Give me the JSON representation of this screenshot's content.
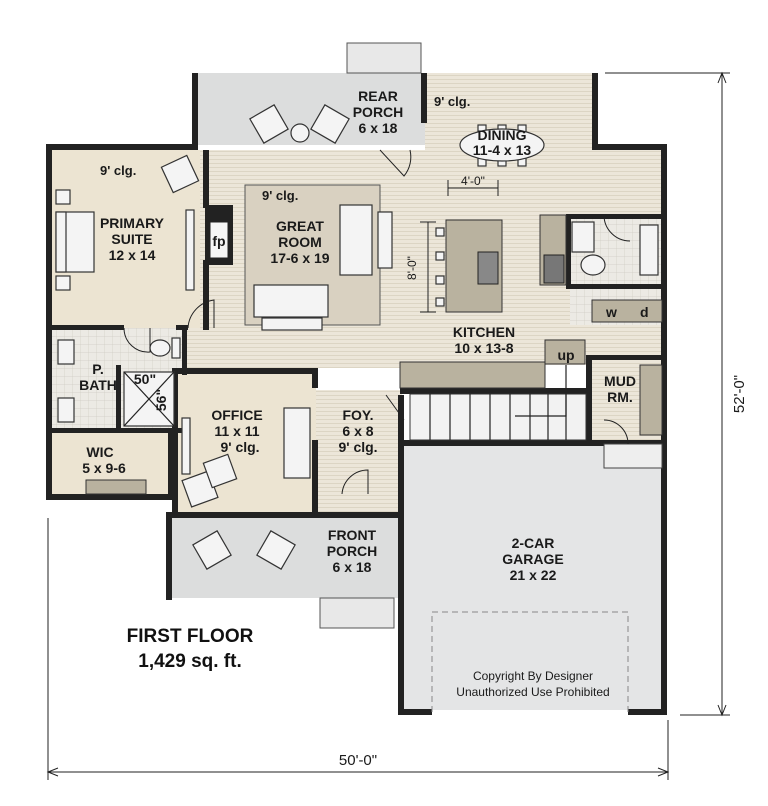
{
  "rooms": {
    "rear_porch": {
      "name": "REAR",
      "name2": "PORCH",
      "size": "6 x 18"
    },
    "dining": {
      "ceiling": "9' clg.",
      "name": "DINING",
      "size": "11-4 x 13"
    },
    "primary_suite": {
      "ceiling": "9' clg.",
      "name": "PRIMARY",
      "name2": "SUITE",
      "size": "12 x 14"
    },
    "great_room": {
      "ceiling": "9' clg.",
      "name": "GREAT",
      "name2": "ROOM",
      "size": "17-6 x 19"
    },
    "fireplace": {
      "label": "fp"
    },
    "kitchen": {
      "name": "KITCHEN",
      "size": "10 x 13-8",
      "island_width": "4'-0\"",
      "island_length": "8'-0\""
    },
    "laundry": {
      "washer": "w",
      "dryer": "d"
    },
    "stairs": {
      "label": "up"
    },
    "mud_room": {
      "name": "MUD",
      "name2": "RM."
    },
    "p_bath": {
      "name": "P.",
      "name2": "BATH",
      "shower_w": "50\"",
      "shower_d": "56\""
    },
    "office": {
      "name": "OFFICE",
      "size": "11 x 11",
      "ceiling": "9' clg."
    },
    "foyer": {
      "name": "FOY.",
      "size": "6 x 8",
      "ceiling": "9' clg."
    },
    "wic": {
      "name": "WIC",
      "size": "5 x 9-6"
    },
    "front_porch": {
      "name": "FRONT",
      "name2": "PORCH",
      "size": "6 x 18"
    },
    "garage": {
      "name": "2-CAR",
      "name2": "GARAGE",
      "size": "21 x 22"
    }
  },
  "floor_title": {
    "line1": "FIRST FLOOR",
    "line2": "1,429 sq. ft."
  },
  "dimensions": {
    "width": "50'-0\"",
    "depth": "52'-0\""
  },
  "copyright": {
    "line1": "Copyright By Designer",
    "line2": "Unauthorized Use Prohibited"
  }
}
